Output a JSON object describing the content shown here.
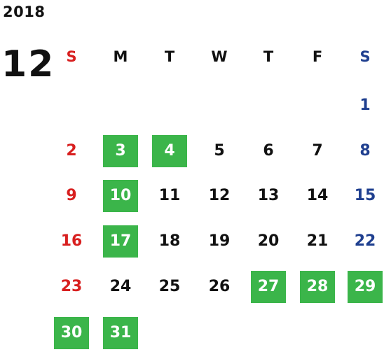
{
  "calendar": {
    "year": "2018",
    "month": "12",
    "weekdays": [
      "S",
      "M",
      "T",
      "W",
      "T",
      "F",
      "S"
    ],
    "colors": {
      "sunday": "#d81f1f",
      "saturday": "#1f3f8f",
      "weekday": "#111111",
      "highlight_bg": "#3bb54a",
      "highlight_text": "#ffffff"
    },
    "weeks": [
      [
        null,
        null,
        null,
        null,
        null,
        null,
        {
          "day": "1",
          "highlighted": false
        }
      ],
      [
        {
          "day": "2",
          "highlighted": false
        },
        {
          "day": "3",
          "highlighted": true
        },
        {
          "day": "4",
          "highlighted": true
        },
        {
          "day": "5",
          "highlighted": false
        },
        {
          "day": "6",
          "highlighted": false
        },
        {
          "day": "7",
          "highlighted": false
        },
        {
          "day": "8",
          "highlighted": false
        }
      ],
      [
        {
          "day": "9",
          "highlighted": false
        },
        {
          "day": "10",
          "highlighted": true
        },
        {
          "day": "11",
          "highlighted": false
        },
        {
          "day": "12",
          "highlighted": false
        },
        {
          "day": "13",
          "highlighted": false
        },
        {
          "day": "14",
          "highlighted": false
        },
        {
          "day": "15",
          "highlighted": false
        }
      ],
      [
        {
          "day": "16",
          "highlighted": false
        },
        {
          "day": "17",
          "highlighted": true
        },
        {
          "day": "18",
          "highlighted": false
        },
        {
          "day": "19",
          "highlighted": false
        },
        {
          "day": "20",
          "highlighted": false
        },
        {
          "day": "21",
          "highlighted": false
        },
        {
          "day": "22",
          "highlighted": false
        }
      ],
      [
        {
          "day": "23",
          "highlighted": false
        },
        {
          "day": "24",
          "highlighted": false
        },
        {
          "day": "25",
          "highlighted": false
        },
        {
          "day": "26",
          "highlighted": false
        },
        {
          "day": "27",
          "highlighted": true
        },
        {
          "day": "28",
          "highlighted": true
        },
        {
          "day": "29",
          "highlighted": true
        }
      ],
      [
        {
          "day": "30",
          "highlighted": true
        },
        {
          "day": "31",
          "highlighted": true
        },
        null,
        null,
        null,
        null,
        null
      ]
    ]
  }
}
